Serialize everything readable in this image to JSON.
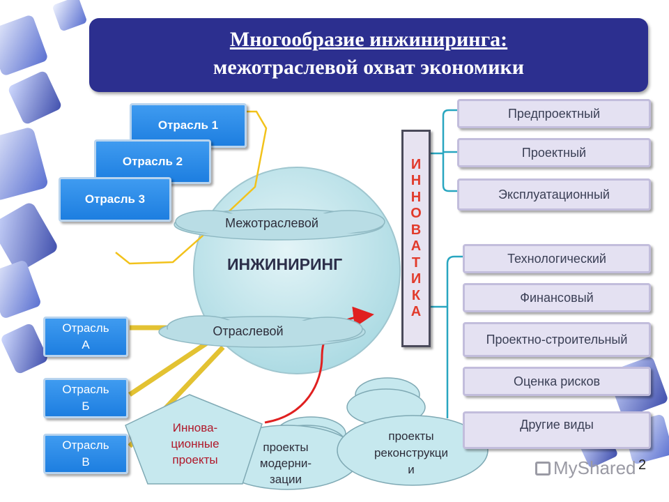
{
  "title": {
    "line1": "Многообразие инжиниринга:",
    "line2": "межотраслевой охват экономики"
  },
  "sectors_top": [
    "Отрасль 1",
    "Отрасль 2",
    "Отрасль 3"
  ],
  "sectors_bottom": [
    {
      "line1": "Отрасль",
      "line2": "А"
    },
    {
      "line1": "Отрасль",
      "line2": "Б"
    },
    {
      "line1": "Отрасль",
      "line2": "В"
    }
  ],
  "center": {
    "title": "ИНЖИНИРИНГ",
    "cloud_top": "Межотраслевой",
    "cloud_bottom": "Отраслевой"
  },
  "innovation_letters": [
    "И",
    "Н",
    "Н",
    "О",
    "В",
    "А",
    "Т",
    "И",
    "К",
    "А"
  ],
  "stages": [
    "Предпроектный",
    "Проектный",
    "Эксплуатационный"
  ],
  "types": [
    "Технологический",
    "Финансовый",
    "Проектно-строительный",
    "Оценка рисков",
    "Другие виды"
  ],
  "pentagon": {
    "line1": "Иннова-",
    "line2": "ционные",
    "line3": "проекты"
  },
  "projects_modern": {
    "line1": "проекты",
    "line2": "модерни-",
    "line3": "зации"
  },
  "projects_recon": {
    "line1": "проекты",
    "line2": "реконструкци",
    "line3": "и"
  },
  "watermark": "MyShared",
  "page_number": "2",
  "colors": {
    "title_bg": "#2c2f8f",
    "blue_box": "#1d7ee0",
    "lav_box": "#e4e1f2",
    "innov_text": "#e13b2c",
    "circle": "#c6e8ee",
    "bracket": "#f2c21b"
  }
}
